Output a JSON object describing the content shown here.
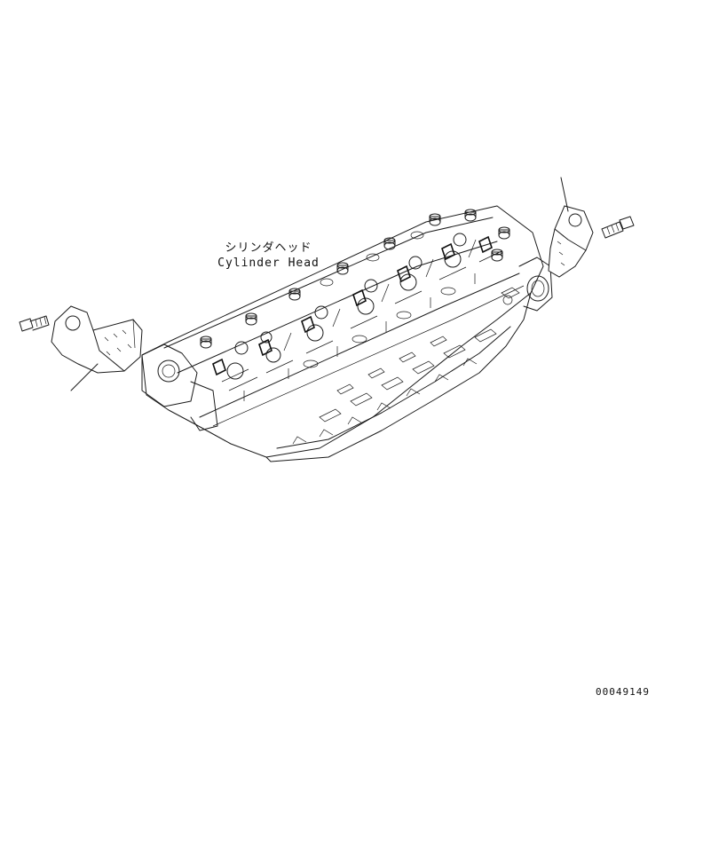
{
  "diagram": {
    "callout": {
      "label_jp": "シリンダヘッド",
      "label_en": "Cylinder Head"
    },
    "part_number": "00049149",
    "components": {
      "main_part": "cylinder-head",
      "left_part": "lifting-bracket-front",
      "right_part": "lifting-bracket-rear",
      "fasteners": "bolt"
    }
  }
}
